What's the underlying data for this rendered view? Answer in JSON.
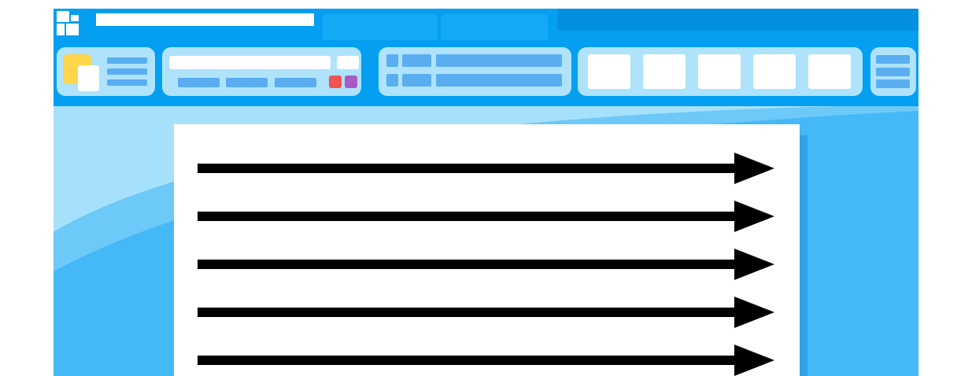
{
  "window": {
    "accent": "#049ff1",
    "ribbon_panel_color": "#aee3fb",
    "canvas_color": "#45b8f7",
    "button_bar_color": "#5aaef0"
  },
  "titlebar": {
    "logo_icon": "grid-logo-icon",
    "tabs": [
      {
        "name": "tab-1"
      },
      {
        "name": "tab-2"
      }
    ]
  },
  "ribbon": {
    "clipboard_group": {
      "paste_icon": "paste-clipboard-icon",
      "menu_lines": 3
    },
    "font_group": {
      "swatches": [
        "#f05350",
        "#a85bc5"
      ],
      "format_buttons": 3
    },
    "paragraph_group": {
      "rows": 2
    },
    "styles_group": {
      "style_boxes": 5
    },
    "editing_group": {
      "menu_lines": 3
    }
  },
  "document": {
    "arrow_color": "#000000",
    "arrow_icon": "right-arrow-icon",
    "arrow_count": 5
  }
}
